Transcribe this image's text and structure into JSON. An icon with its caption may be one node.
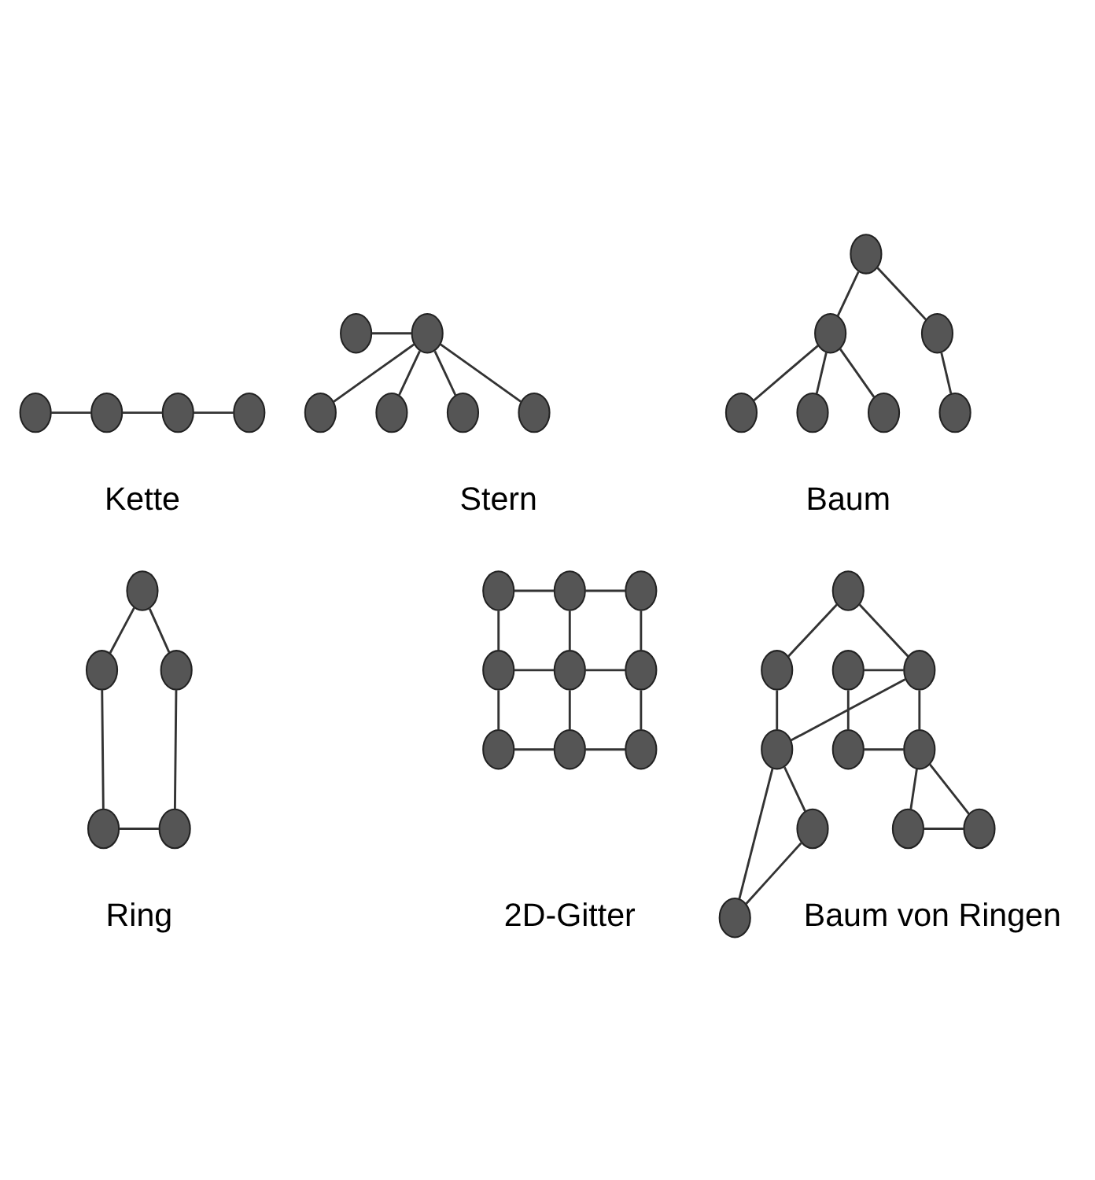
{
  "diagram": {
    "nodes": [
      {
        "text": [],
        "shape": "circle"
      },
      {
        "text": [],
        "shape": "circle"
      },
      {
        "text": [],
        "shape": "circle"
      },
      {
        "text": [],
        "shape": "circle"
      },
      {
        "text": [],
        "shape": "circle"
      },
      {
        "text": [],
        "shape": "circle"
      },
      {
        "text": [],
        "shape": "circle"
      },
      {
        "text": [],
        "shape": "circle"
      },
      {
        "text": [],
        "shape": "circle"
      },
      {
        "text": [],
        "shape": "circle"
      },
      {
        "text": [],
        "shape": "circle"
      },
      {
        "text": [],
        "shape": "circle"
      },
      {
        "text": [],
        "shape": "circle"
      },
      {
        "text": [],
        "shape": "circle"
      },
      {
        "text": [],
        "shape": "circle"
      },
      {
        "text": [],
        "shape": "circle"
      },
      {
        "text": [],
        "shape": "circle"
      },
      {
        "text": [],
        "shape": "circle"
      },
      {
        "text": [],
        "shape": "circle"
      },
      {
        "text": [],
        "shape": "circle"
      },
      {
        "text": [],
        "shape": "circle"
      },
      {
        "text": [],
        "shape": "circle"
      },
      {
        "text": [],
        "shape": "circle"
      },
      {
        "text": [],
        "shape": "circle"
      },
      {
        "text": [],
        "shape": "circle"
      },
      {
        "text": [],
        "shape": "circle"
      },
      {
        "text": [],
        "shape": "circle"
      },
      {
        "text": [],
        "shape": "circle"
      },
      {
        "text": [],
        "shape": "circle"
      },
      {
        "text": [],
        "shape": "circle"
      },
      {
        "text": [],
        "shape": "circle"
      },
      {
        "text": [],
        "shape": "circle"
      },
      {
        "text": [],
        "shape": "circle"
      },
      {
        "text": [],
        "shape": "circle"
      },
      {
        "text": [],
        "shape": "circle"
      },
      {
        "text": [],
        "shape": "circle"
      },
      {
        "text": [],
        "shape": "circle"
      },
      {
        "text": [],
        "shape": "circle"
      },
      {
        "text": [],
        "shape": "circle"
      },
      {
        "text": [],
        "shape": "circle"
      },
      {
        "text": [],
        "shape": "circle"
      },
      {
        "text": [],
        "shape": "circle"
      }
    ],
    "edges": [
      {
        "from": 0,
        "to": 1,
        "arrow": "none"
      },
      {
        "from": 1,
        "to": 2,
        "arrow": "none"
      },
      {
        "from": 2,
        "to": 3,
        "arrow": "none"
      },
      {
        "from": 7,
        "to": 4,
        "arrow": "none"
      },
      {
        "from": 7,
        "to": 5,
        "arrow": "none"
      },
      {
        "from": 6,
        "to": 7,
        "arrow": "none"
      },
      {
        "from": 7,
        "to": 8,
        "arrow": "none"
      },
      {
        "from": 7,
        "to": 9,
        "arrow": "none"
      },
      {
        "from": 10,
        "to": 11,
        "arrow": "none"
      },
      {
        "from": 10,
        "to": 12,
        "arrow": "none"
      },
      {
        "from": 11,
        "to": 13,
        "arrow": "none"
      },
      {
        "from": 11,
        "to": 14,
        "arrow": "none"
      },
      {
        "from": 11,
        "to": 15,
        "arrow": "none"
      },
      {
        "from": 12,
        "to": 16,
        "arrow": "none"
      },
      {
        "from": 18,
        "to": 17,
        "arrow": "none"
      },
      {
        "from": 17,
        "to": 19,
        "arrow": "none"
      },
      {
        "from": 18,
        "to": 20,
        "arrow": "none"
      },
      {
        "from": 20,
        "to": 21,
        "arrow": "none"
      },
      {
        "from": 21,
        "to": 19,
        "arrow": "none"
      },
      {
        "from": 22,
        "to": 23,
        "arrow": "none"
      },
      {
        "from": 23,
        "to": 24,
        "arrow": "none"
      },
      {
        "from": 25,
        "to": 26,
        "arrow": "none"
      },
      {
        "from": 26,
        "to": 27,
        "arrow": "none"
      },
      {
        "from": 28,
        "to": 29,
        "arrow": "none"
      },
      {
        "from": 29,
        "to": 30,
        "arrow": "none"
      },
      {
        "from": 22,
        "to": 25,
        "arrow": "none"
      },
      {
        "from": 25,
        "to": 28,
        "arrow": "none"
      },
      {
        "from": 23,
        "to": 26,
        "arrow": "none"
      },
      {
        "from": 26,
        "to": 29,
        "arrow": "none"
      },
      {
        "from": 24,
        "to": 27,
        "arrow": "none"
      },
      {
        "from": 27,
        "to": 30,
        "arrow": "none"
      },
      {
        "from": 31,
        "to": 33,
        "arrow": "none"
      },
      {
        "from": 31,
        "to": 34,
        "arrow": "none"
      },
      {
        "from": 32,
        "to": 33,
        "arrow": "none"
      },
      {
        "from": 32,
        "to": 35,
        "arrow": "none"
      },
      {
        "from": 35,
        "to": 36,
        "arrow": "none"
      },
      {
        "from": 36,
        "to": 33,
        "arrow": "none"
      },
      {
        "from": 33,
        "to": 37,
        "arrow": "none"
      },
      {
        "from": 34,
        "to": 37,
        "arrow": "none"
      },
      {
        "from": 36,
        "to": 40,
        "arrow": "none"
      },
      {
        "from": 36,
        "to": 39,
        "arrow": "none"
      },
      {
        "from": 40,
        "to": 39,
        "arrow": "none"
      },
      {
        "from": 37,
        "to": 41,
        "arrow": "none"
      },
      {
        "from": 37,
        "to": 38,
        "arrow": "none"
      },
      {
        "from": 41,
        "to": 38,
        "arrow": "none"
      }
    ],
    "labels": [
      "Kette",
      "Stern",
      "Baum",
      "Ring",
      "2D-Gitter",
      "Baum von Ringen"
    ]
  }
}
